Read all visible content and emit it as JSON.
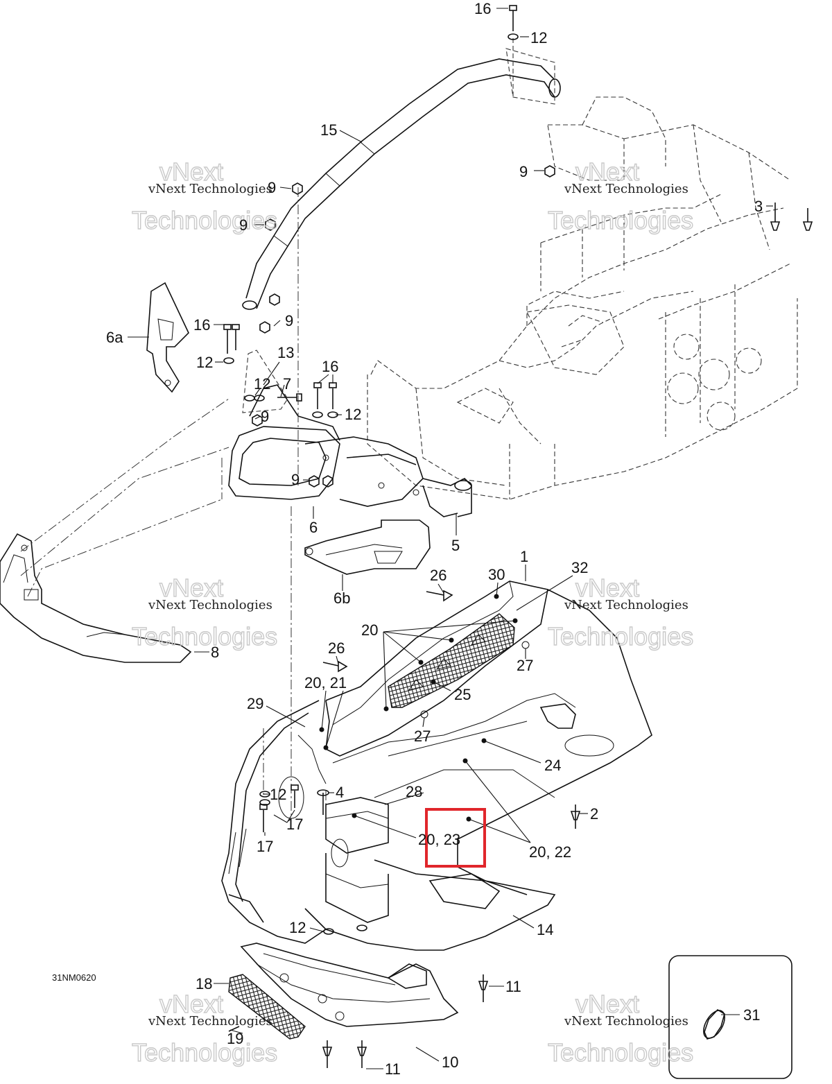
{
  "drawing": {
    "code": "31NM0620",
    "highlight_color": "#e0262b"
  },
  "watermarks": [
    {
      "line1": "vNext Technologies",
      "line2": "vNext",
      "line3": "Technologies"
    },
    {
      "line1": "vNext Technologies",
      "line2": "vNext",
      "line3": "Technologies"
    },
    {
      "line1": "vNext Technologies",
      "line2": "vNext",
      "line3": "Technologies"
    },
    {
      "line1": "vNext Technologies",
      "line2": "vNext",
      "line3": "Technologies"
    },
    {
      "line1": "vNext Technologies",
      "line2": "vNext",
      "line3": "Technologies"
    },
    {
      "line1": "vNext Technologies",
      "line2": "vNext",
      "line3": "Technologies"
    }
  ],
  "callouts": [
    {
      "id": "c16a",
      "label": "16"
    },
    {
      "id": "c12a",
      "label": "12"
    },
    {
      "id": "c15",
      "label": "15"
    },
    {
      "id": "c9a",
      "label": "9"
    },
    {
      "id": "c9b",
      "label": "9"
    },
    {
      "id": "c9c",
      "label": "9"
    },
    {
      "id": "c3",
      "label": "3"
    },
    {
      "id": "c6a",
      "label": "6a"
    },
    {
      "id": "c16b",
      "label": "16"
    },
    {
      "id": "c9d",
      "label": "9"
    },
    {
      "id": "c12b",
      "label": "12"
    },
    {
      "id": "c13",
      "label": "13"
    },
    {
      "id": "c12c",
      "label": "12"
    },
    {
      "id": "c7",
      "label": "7"
    },
    {
      "id": "c16c",
      "label": "16"
    },
    {
      "id": "c12d",
      "label": "12"
    },
    {
      "id": "c9e",
      "label": "9"
    },
    {
      "id": "c9f",
      "label": "9"
    },
    {
      "id": "c6",
      "label": "6"
    },
    {
      "id": "c5",
      "label": "5"
    },
    {
      "id": "c6b",
      "label": "6b"
    },
    {
      "id": "c30",
      "label": "30"
    },
    {
      "id": "c1",
      "label": "1"
    },
    {
      "id": "c32",
      "label": "32"
    },
    {
      "id": "c26a",
      "label": "26"
    },
    {
      "id": "c8",
      "label": "8"
    },
    {
      "id": "c20a",
      "label": "20"
    },
    {
      "id": "c26b",
      "label": "26"
    },
    {
      "id": "c27a",
      "label": "27"
    },
    {
      "id": "c2021",
      "label": "20, 21"
    },
    {
      "id": "c25",
      "label": "25"
    },
    {
      "id": "c29",
      "label": "29"
    },
    {
      "id": "c27b",
      "label": "27"
    },
    {
      "id": "c24",
      "label": "24"
    },
    {
      "id": "c12e",
      "label": "12"
    },
    {
      "id": "c4",
      "label": "4"
    },
    {
      "id": "c28",
      "label": "28"
    },
    {
      "id": "c2",
      "label": "2"
    },
    {
      "id": "c17a",
      "label": "17"
    },
    {
      "id": "c17b",
      "label": "17"
    },
    {
      "id": "c2023",
      "label": "20, 23"
    },
    {
      "id": "c2022",
      "label": "20, 22"
    },
    {
      "id": "c14",
      "label": "14"
    },
    {
      "id": "c12f",
      "label": "12"
    },
    {
      "id": "c11a",
      "label": "11"
    },
    {
      "id": "c18",
      "label": "18"
    },
    {
      "id": "c31",
      "label": "31"
    },
    {
      "id": "c19",
      "label": "19"
    },
    {
      "id": "c10",
      "label": "10"
    },
    {
      "id": "c11b",
      "label": "11"
    }
  ]
}
